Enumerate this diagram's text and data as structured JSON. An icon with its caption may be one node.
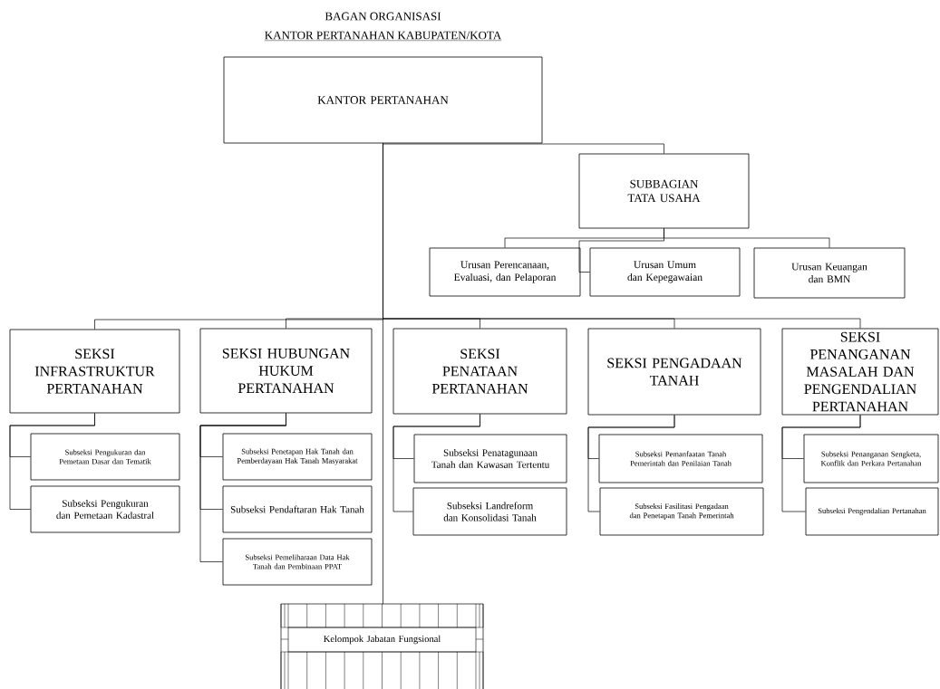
{
  "diagram": {
    "title": "BAGAN ORGANISASI",
    "nodes": [
      {
        "text": [
          "KANTOR PERTANAHAN"
        ]
      },
      {
        "text": [
          "SUBBAGIAN TATA USAHA"
        ]
      },
      {
        "text": [
          "Urusan Perencanaan, Evaluasi, dan Pelaporan"
        ]
      },
      {
        "text": [
          "Urusan Umum dan Kepegawaian"
        ]
      },
      {
        "text": [
          "Urusan Keuangan dan BMN"
        ]
      },
      {
        "text": [
          "SEKSI INFRASTRUKTUR PERTANAHAN"
        ]
      },
      {
        "text": [
          "SEKSI HUBUNGAN HUKUM PERTANAHAN"
        ]
      },
      {
        "text": [
          "SEKSI PENATAAN PERTANAHAN"
        ]
      },
      {
        "text": [
          "SEKSI PENGADAAN TANAH"
        ]
      },
      {
        "text": [
          "SEKSI PENANGANAN MASALAH DAN PENGENDALIAN PERTANAHAN"
        ]
      },
      {
        "text": [
          "Subseksi Pengukuran dan Pemetaan Dasar dan Tematik"
        ]
      },
      {
        "text": [
          "Subseksi Pengukuran dan Pemetaan Kadastral"
        ]
      },
      {
        "text": [
          "Subseksi Penetapan Hak Tanah dan Pemberdayaan Hak Tanah Masyarakat"
        ]
      },
      {
        "text": [
          "Subseksi Pendaftaran Hak Tanah"
        ]
      },
      {
        "text": [
          "Subseksi Pemeliharaan Data Hak Tanah dan Pembinaan PPAT"
        ]
      },
      {
        "text": [
          "Subseksi Penatagunaan Tanah dan Kawasan Tertentu"
        ]
      },
      {
        "text": [
          "Subseksi Landreform dan Konsolidasi Tanah"
        ]
      },
      {
        "text": [
          "Subseksi Pemanfaatan Tanah Pemerintah dan Penilaian Tanah"
        ]
      },
      {
        "text": [
          "Subseksi Fasilitasi Pengadaan dan Penetapan Tanah Pemerintah"
        ]
      },
      {
        "text": [
          "Subseksi Penanganan Sengketa, Konflik dan Perkara Pertanahan"
        ]
      },
      {
        "text": [
          "Subseksi Pengendalian Pertanahan"
        ]
      },
      {
        "text": [
          "Kelompok Jabatan Fungsional"
        ]
      }
    ],
    "edges": [
      {
        "from": 0,
        "to": 1,
        "arrow": "none"
      },
      {
        "from": 1,
        "to": 2,
        "arrow": "none"
      },
      {
        "from": 1,
        "to": 3,
        "arrow": "none"
      },
      {
        "from": 1,
        "to": 4,
        "arrow": "none"
      },
      {
        "from": 0,
        "to": 5,
        "arrow": "none"
      },
      {
        "from": 0,
        "to": 6,
        "arrow": "none"
      },
      {
        "from": 0,
        "to": 7,
        "arrow": "none"
      },
      {
        "from": 0,
        "to": 8,
        "arrow": "none"
      },
      {
        "from": 0,
        "to": 9,
        "arrow": "none"
      },
      {
        "from": 5,
        "to": 10,
        "arrow": "none"
      },
      {
        "from": 5,
        "to": 11,
        "arrow": "none"
      },
      {
        "from": 6,
        "to": 12,
        "arrow": "none"
      },
      {
        "from": 6,
        "to": 13,
        "arrow": "none"
      },
      {
        "from": 6,
        "to": 14,
        "arrow": "none"
      },
      {
        "from": 7,
        "to": 15,
        "arrow": "none"
      },
      {
        "from": 7,
        "to": 16,
        "arrow": "none"
      },
      {
        "from": 8,
        "to": 17,
        "arrow": "none"
      },
      {
        "from": 8,
        "to": 18,
        "arrow": "none"
      },
      {
        "from": 9,
        "to": 19,
        "arrow": "none"
      },
      {
        "from": 9,
        "to": 20,
        "arrow": "none"
      },
      {
        "from": 0,
        "to": 21,
        "arrow": "none"
      }
    ],
    "labels": [
      "KANTOR PERTANAHAN KABUPATEN/KOTA"
    ]
  }
}
